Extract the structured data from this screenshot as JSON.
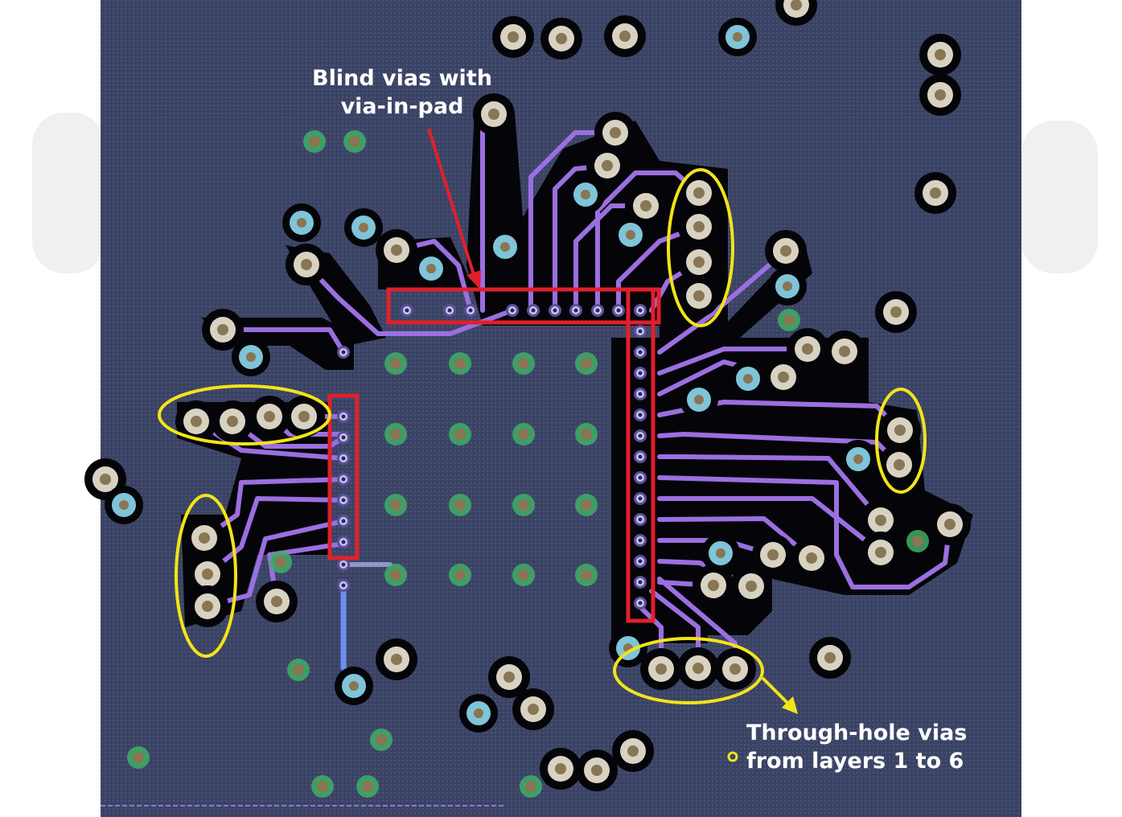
{
  "annotations": {
    "blind_vias_line1": "Blind vias with",
    "blind_vias_line2": "via-in-pad",
    "through_hole_line1": "Through-hole vias",
    "through_hole_line2": "from layers 1 to 6"
  },
  "colors": {
    "board": "#3b4364",
    "copper_pour": "#050509",
    "trace": "#9b6fe0",
    "trace_blue": "#6d8ef0",
    "pad_ring": "#d8d2c2",
    "pad_hole": "#8a7554",
    "via_cyan": "#7fc4d8",
    "green_via": "#3fae66",
    "blind_via": "#c9c4ee",
    "highlight_red": "#e0202a",
    "highlight_yellow": "#f2e418",
    "arrow_red": "#e0202a",
    "arrow_yellow": "#f2e418",
    "watermark": "#eeeeee"
  }
}
